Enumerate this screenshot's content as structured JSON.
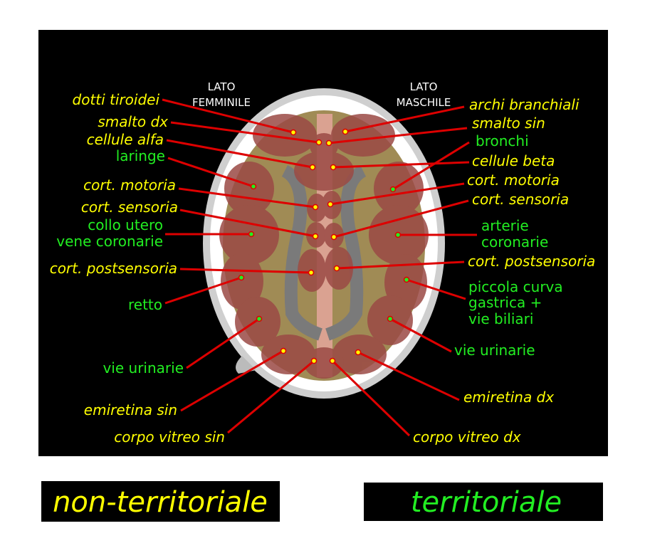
{
  "side_labels": {
    "left": [
      "LATO",
      "FEMMINILE"
    ],
    "right": [
      "LATO",
      "MASCHILE"
    ]
  },
  "left_labels": {
    "dotti_tiroidei": "dotti tiroidei",
    "smalto_dx": "smalto dx",
    "cellule_alfa": "cellule alfa",
    "laringe": "laringe",
    "cort_motoria": "cort. motoria",
    "cort_sensoria": "cort. sensoria",
    "collo_utero": "collo utero",
    "vene_coronarie": "vene coronarie",
    "cort_postsensoria": "cort. postsensoria",
    "retto": "retto",
    "vie_urinarie": "vie urinarie",
    "emiretina_sin": "emiretina sin",
    "corpo_vitreo_sin": "corpo vitreo sin"
  },
  "right_labels": {
    "archi_branchiali": "archi branchiali",
    "smalto_sin": "smalto sin",
    "bronchi": "bronchi",
    "cellule_beta": "cellule beta",
    "cort_motoria": "cort. motoria",
    "cort_sensoria": "cort. sensoria",
    "arterie": "arterie",
    "coronarie": "coronarie",
    "cort_postsensoria": "cort. postsensoria",
    "piccola_curva": "piccola curva",
    "gastrica": "gastrica +",
    "vie_biliari": "vie biliari",
    "vie_urinarie": "vie urinarie",
    "emiretina_dx": "emiretina dx",
    "corpo_vitreo_dx": "corpo vitreo dx"
  },
  "legend": {
    "non_territorial": "non-territoriale",
    "territorial": "territoriale"
  },
  "colors": {
    "non_territorial": "#ffff00",
    "territorial": "#22ee22",
    "leader": "#dd0000"
  }
}
